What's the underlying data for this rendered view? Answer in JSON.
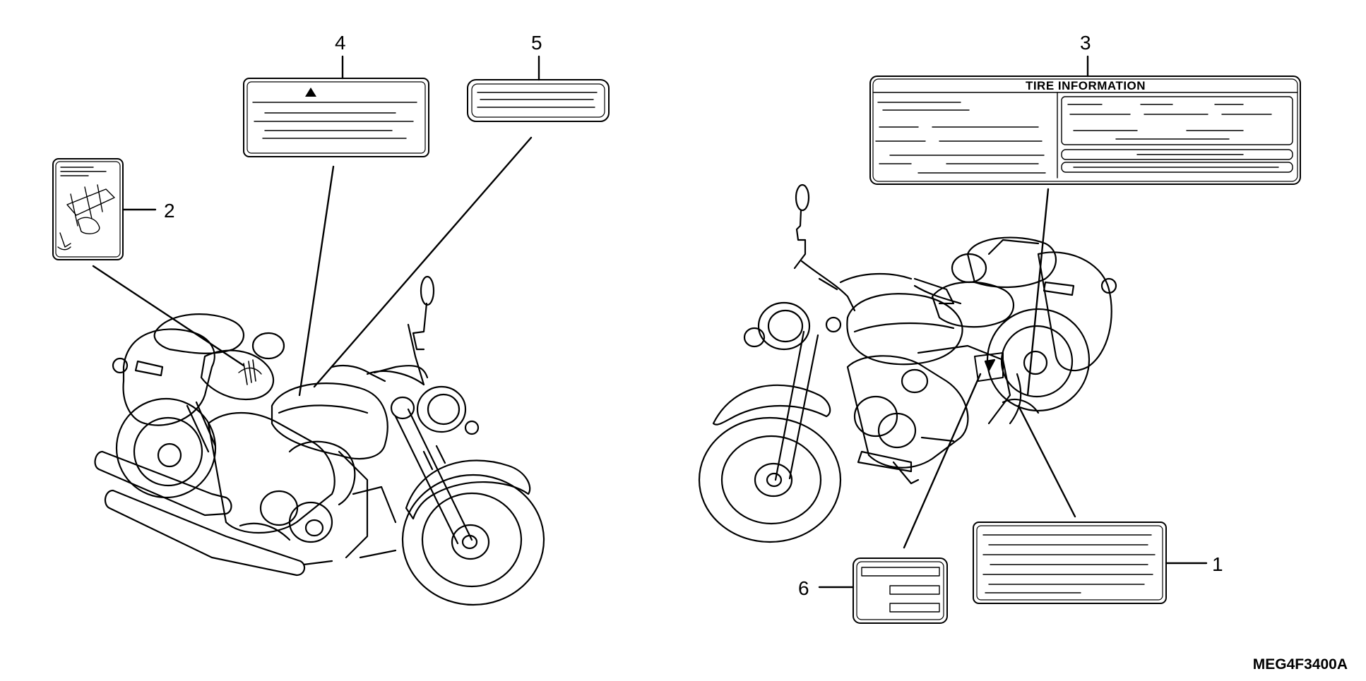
{
  "diagram": {
    "reference_code": "MEG4F3400A",
    "tire_label_title": "TIRE INFORMATION",
    "callouts": [
      {
        "id": "1",
        "label": "1",
        "part": "label"
      },
      {
        "id": "2",
        "label": "2",
        "part": "label"
      },
      {
        "id": "3",
        "label": "3",
        "part": "tire information label"
      },
      {
        "id": "4",
        "label": "4",
        "part": "warning label"
      },
      {
        "id": "5",
        "label": "5",
        "part": "label"
      },
      {
        "id": "6",
        "label": "6",
        "part": "label"
      }
    ],
    "warning_symbol": "warning-triangle-icon"
  }
}
